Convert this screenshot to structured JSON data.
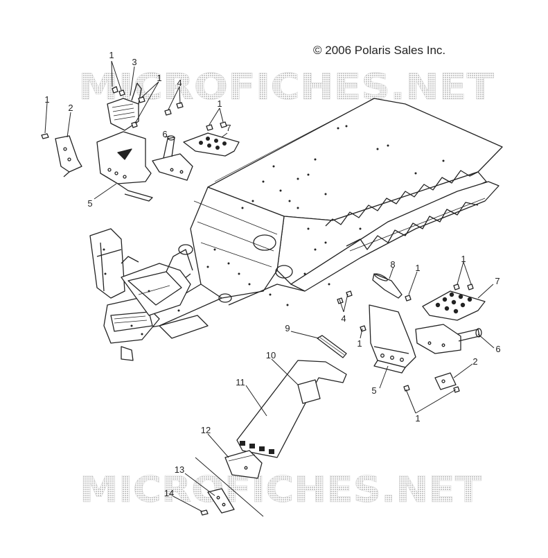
{
  "copyright": "© 2006 Polaris Sales Inc.",
  "watermark": "MICROFICHES.NET",
  "callouts": [
    {
      "id": "c1a",
      "label": "1"
    },
    {
      "id": "c3",
      "label": "3"
    },
    {
      "id": "c1b",
      "label": "1"
    },
    {
      "id": "c4a",
      "label": "4"
    },
    {
      "id": "c1c",
      "label": "1"
    },
    {
      "id": "c2a",
      "label": "2"
    },
    {
      "id": "c6a",
      "label": "6"
    },
    {
      "id": "c1d",
      "label": "1"
    },
    {
      "id": "c7a",
      "label": "7"
    },
    {
      "id": "c5a",
      "label": "5"
    },
    {
      "id": "c8",
      "label": "8"
    },
    {
      "id": "c1e",
      "label": "1"
    },
    {
      "id": "c1f",
      "label": "1"
    },
    {
      "id": "c7b",
      "label": "7"
    },
    {
      "id": "c4b",
      "label": "4"
    },
    {
      "id": "c9",
      "label": "9"
    },
    {
      "id": "c1g",
      "label": "1"
    },
    {
      "id": "c6b",
      "label": "6"
    },
    {
      "id": "c10",
      "label": "10"
    },
    {
      "id": "c2b",
      "label": "2"
    },
    {
      "id": "c11",
      "label": "11"
    },
    {
      "id": "c5b",
      "label": "5"
    },
    {
      "id": "c1h",
      "label": "1"
    },
    {
      "id": "c12",
      "label": "12"
    },
    {
      "id": "c13",
      "label": "13"
    },
    {
      "id": "c14",
      "label": "14"
    }
  ]
}
